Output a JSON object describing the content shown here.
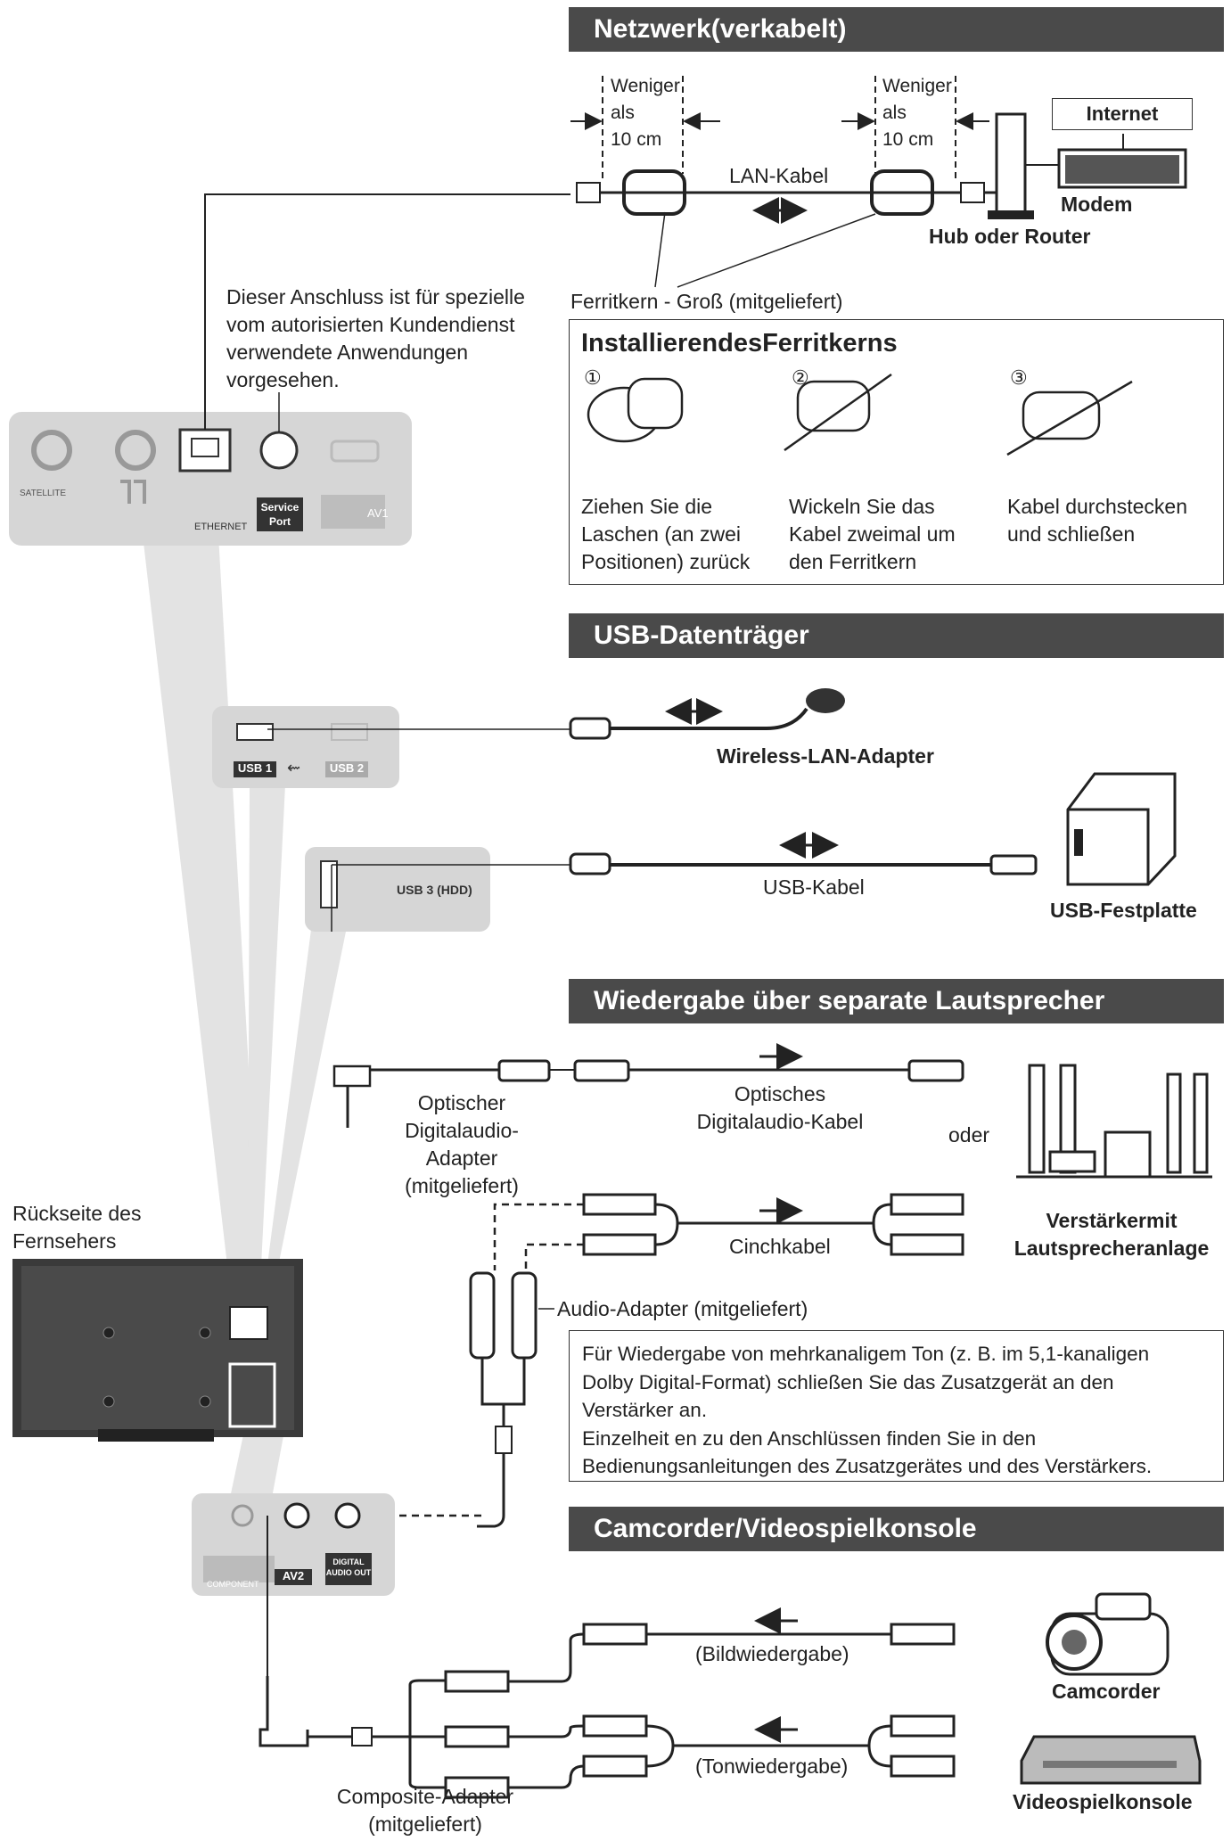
{
  "sections": {
    "network": "Netzwerk(verkabelt)",
    "usb": "USB-Datenträger",
    "speakers": "Wiedergabe über separate Lautsprecher",
    "camcorder": "Camcorder/Videospielkonsole"
  },
  "network": {
    "distance_left": [
      "Weniger",
      "als",
      "10 cm"
    ],
    "distance_right": [
      "Weniger",
      "als",
      "10 cm"
    ],
    "lan_cable": "LAN-Kabel",
    "internet": "Internet",
    "modem": "Modem",
    "hub_router": "Hub oder Router",
    "ferrite": "Ferritkern - Groß (mitgeliefert)",
    "service_note": [
      "Dieser Anschluss ist für spezielle",
      "vom autorisierten Kundendienst",
      "verwendete Anwendungen",
      "vorgesehen."
    ]
  },
  "ferrite_box": {
    "title": "InstallierendesFerritkerns",
    "steps": [
      {
        "num": "①",
        "lines": [
          "Ziehen Sie die",
          "Laschen (an zwei",
          "Positionen) zurück"
        ]
      },
      {
        "num": "②",
        "lines": [
          "Wickeln Sie das",
          "Kabel zweimal um",
          "den Ferritkern"
        ]
      },
      {
        "num": "③",
        "lines": [
          "Kabel durchstecken",
          "und schließen"
        ]
      }
    ]
  },
  "tv_panel": {
    "satellite": "SATELLITE",
    "ethernet": "ETHERNET",
    "service_port": [
      "Service",
      "Port"
    ],
    "av1": "AV1",
    "usb1": "USB 1",
    "usb2": "USB 2",
    "usb3": "USB 3 (HDD)",
    "av2": "AV2",
    "component": "COMPONENT",
    "digital_audio_out": "DIGITAL AUDIO OUT"
  },
  "usb": {
    "wireless_adapter": "Wireless-LAN-Adapter",
    "usb_cable": "USB-Kabel",
    "usb_hdd": "USB-Festplatte"
  },
  "tv_back": [
    "Rückseite des",
    "Fernsehers"
  ],
  "speakers": {
    "optical_adapter": [
      "Optischer",
      "Digitalaudio-",
      "Adapter",
      "(mitgeliefert)"
    ],
    "optical_cable": [
      "Optisches",
      "Digitalaudio-Kabel"
    ],
    "oder": "oder",
    "cinch": "Cinchkabel",
    "amplifier": [
      "Verstärkermit",
      "Lautsprecheranlage"
    ],
    "audio_adapter": "Audio-Adapter (mitgeliefert)",
    "note": [
      "Für Wiedergabe von mehrkanaligem Ton (z. B. im 5,1-kanaligen",
      "Dolby Digital-Format) schließen Sie das Zusatzgerät an den",
      "Verstärker an.",
      "Einzelheit en zu den Anschlüssen finden Sie in den",
      "Bedienungsanleitungen des Zusatzgerätes und des Verstärkers."
    ]
  },
  "camcorder": {
    "video": "(Bildwiedergabe)",
    "audio": "(Tonwiedergabe)",
    "camcorder": "Camcorder",
    "console": "Videospielkonsole",
    "composite": [
      "Composite-Adapter",
      "(mitgeliefert)"
    ]
  }
}
